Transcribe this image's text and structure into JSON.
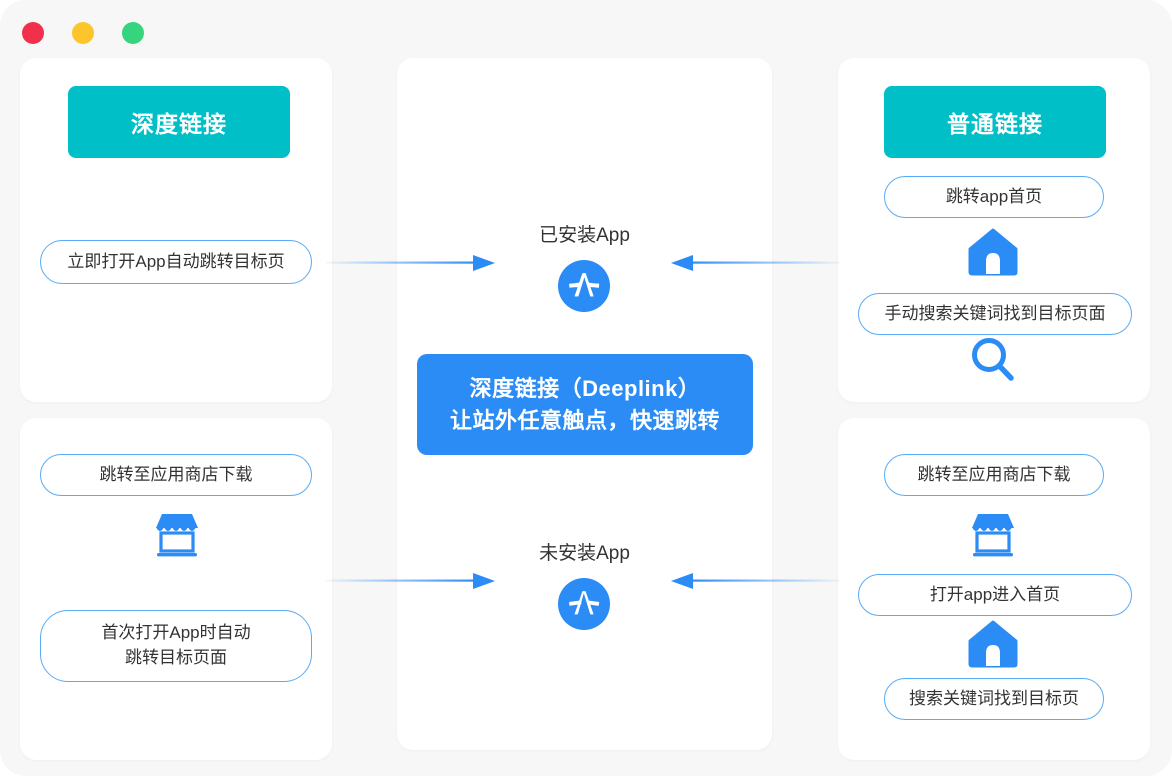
{
  "window": {
    "traffic_lights": [
      {
        "name": "close",
        "color": "#f2304b"
      },
      {
        "name": "minimize",
        "color": "#fdc52c"
      },
      {
        "name": "maximize",
        "color": "#36d57d"
      }
    ]
  },
  "theme": {
    "teal": "#00bfc7",
    "blue": "#2b8cf5",
    "pill_border": "#5aabf5",
    "page_bg": "#f7f7f8",
    "card_bg": "#ffffff",
    "text": "#333333"
  },
  "left_column": {
    "header_label": "深度链接",
    "top_card": {
      "steps": [
        {
          "label": "立即打开App自动跳转目标页"
        }
      ]
    },
    "bottom_card": {
      "steps": [
        {
          "label": "跳转至应用商店下载"
        },
        {
          "icon": "store-icon"
        },
        {
          "label": "首次打开App时自动\n跳转目标页面"
        }
      ],
      "step1_label": "跳转至应用商店下载",
      "step2_line1": "首次打开App时自动",
      "step2_line2": "跳转目标页面"
    }
  },
  "center_column": {
    "installed_label": "已安装App",
    "not_installed_label": "未安装App",
    "callout_line1": "深度链接（Deeplink）",
    "callout_line2": "让站外任意触点，快速跳转",
    "icons": [
      "appstore-icon",
      "appstore-icon"
    ]
  },
  "right_column": {
    "header_label": "普通链接",
    "top_card": {
      "step1_label": "跳转app首页",
      "icon1": "home-icon",
      "step2_label": "手动搜索关键词找到目标页面",
      "icon2": "search-icon"
    },
    "bottom_card": {
      "step1_label": "跳转至应用商店下载",
      "icon1": "store-icon",
      "step2_label": "打开app进入首页",
      "icon2": "home-icon",
      "step3_label": "搜索关键词找到目标页"
    }
  },
  "arrows": [
    {
      "name": "arrow-left-to-center-top",
      "direction": "right"
    },
    {
      "name": "arrow-right-to-center-top",
      "direction": "left"
    },
    {
      "name": "arrow-left-to-center-bottom",
      "direction": "right"
    },
    {
      "name": "arrow-right-to-center-bottom",
      "direction": "left"
    }
  ]
}
